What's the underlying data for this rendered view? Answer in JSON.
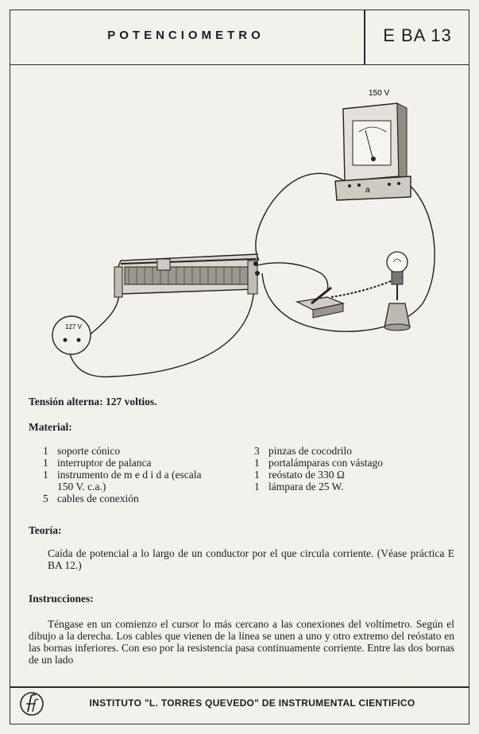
{
  "header": {
    "title": "POTENCIOMETRO",
    "code": "E BA 13"
  },
  "illustration": {
    "voltmeter_label": "150 V",
    "outlet_label": "127 V",
    "meter_symbol": "a"
  },
  "tension": "Tensión alterna: 127 voltios.",
  "material": {
    "heading": "Material:",
    "left": [
      {
        "n": "1",
        "text": "soporte cónico"
      },
      {
        "n": "1",
        "text": "interruptor de palanca"
      },
      {
        "n": "1",
        "text": "instrumento de m e d i d a (escala",
        "cont": "150 V. c.a.)"
      },
      {
        "n": "5",
        "text": "cables de conexión"
      }
    ],
    "right": [
      {
        "n": "3",
        "text": "pinzas de cocodrilo"
      },
      {
        "n": "1",
        "text": "portalámparas con vástago"
      },
      {
        "n": "1",
        "text": "reóstato de 330 Ω"
      },
      {
        "n": "1",
        "text": "lámpara de 25 W."
      }
    ]
  },
  "teoria": {
    "heading": "Teoría:",
    "text": "Caída de potencial a lo largo de un conductor por el que circula corriente. (Véase práctica E BA 12.)"
  },
  "instrucciones": {
    "heading": "Instrucciones:",
    "text": "Téngase en un comienzo el cursor lo más cercano a las conexiones del voltímetro. Según el dibujo a la derecha. Los cables que vienen de la línea se unen a uno y otro extremo del reóstato en las bornas inferiores. Con eso por la resistencia pasa continuamente corriente. Entre las dos bornas de un lado"
  },
  "footer": {
    "text": "INSTITUTO \"L. TORRES QUEVEDO\" DE INSTRUMENTAL CIENTIFICO"
  }
}
